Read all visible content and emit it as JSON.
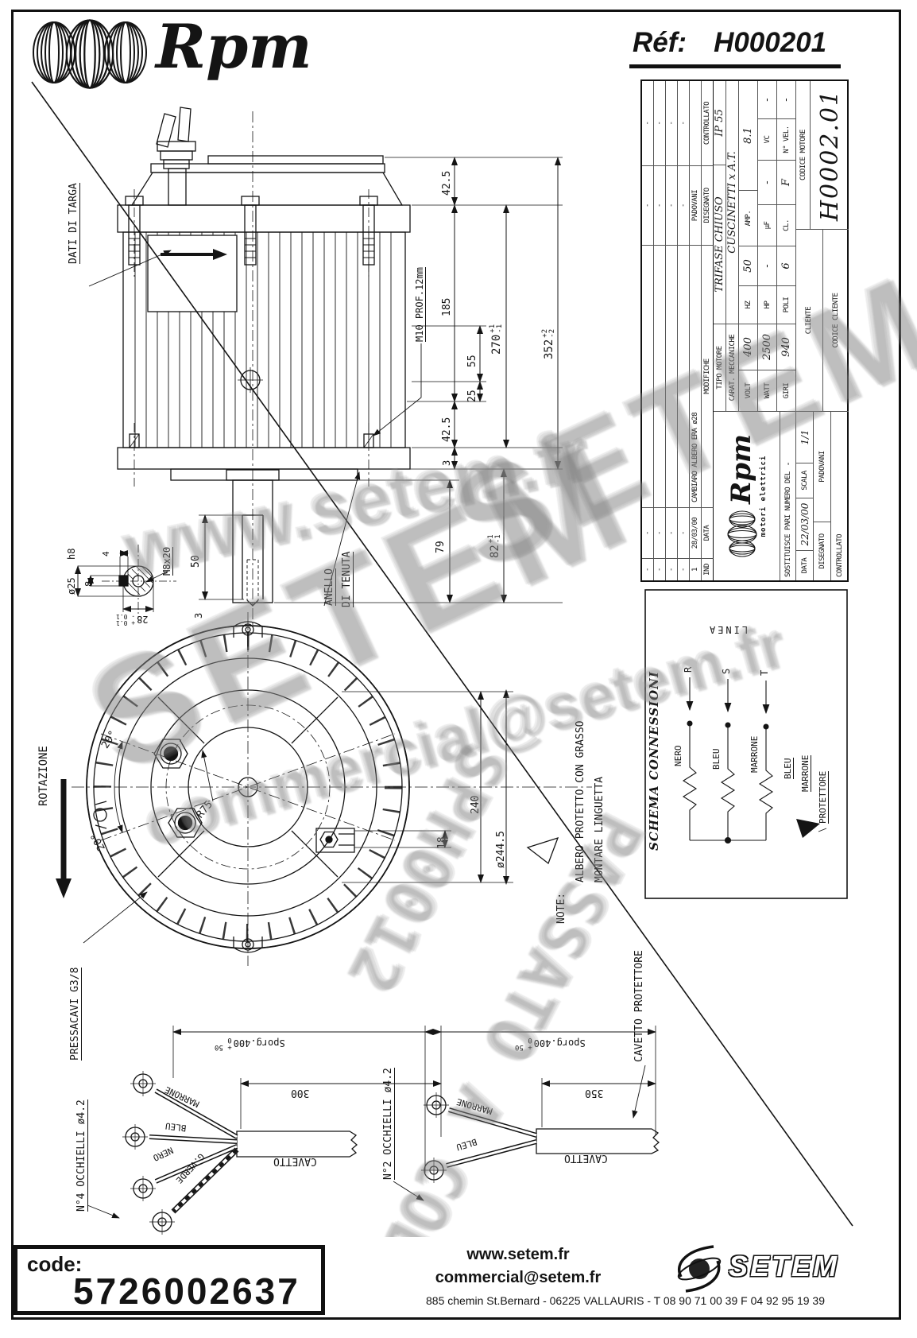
{
  "header": {
    "brand": "Rpm",
    "ref_label": "Réf:",
    "ref_value": "H000201"
  },
  "title_block": {
    "revisions": {
      "headers": [
        "IND",
        "DATA",
        "MODIFICHE",
        "DISEGNATO",
        "CONTROLLATO"
      ],
      "rows": [
        [
          "-",
          "-",
          "",
          "-",
          "-"
        ],
        [
          "-",
          "-",
          "",
          "-",
          "-"
        ],
        [
          "-",
          "-",
          "",
          "-",
          "-"
        ],
        [
          "-",
          "-",
          "",
          "-",
          "-"
        ],
        [
          "1",
          "28/03/00",
          "CAMBIARO ALBERO ERA ø28",
          "PADOVANI",
          ""
        ]
      ]
    },
    "tipo_label": "TIPO MOTORE",
    "tipo_value": "TRIFASE CHIUSO",
    "ip": "IP 55",
    "carat_label": "CARAT. MECCANICHE",
    "carat_value": "CUSCINETTI x A.T.",
    "row_volt": {
      "l1": "VOLT",
      "v1": "400",
      "l2": "HZ",
      "v2": "50",
      "l3": "AMP.",
      "v3": "8.1"
    },
    "row_watt": {
      "l1": "WATT",
      "v1": "2500",
      "l2": "HP",
      "v2": "-",
      "l3": "µF",
      "v3": "-",
      "l4": "VC",
      "v4": "-"
    },
    "row_giri": {
      "l1": "GIRI",
      "v1": "940",
      "l2": "POLI",
      "v2": "6",
      "l3": "CL.",
      "v3": "F",
      "l4": "N° VEL.",
      "v4": "-"
    },
    "cliente_label": "CLIENTE",
    "codice_cliente_label": "CODICE CLIENTE",
    "codice_motore_label": "CODICE MOTORE",
    "codice_motore_value": "H0002.01",
    "logo_text": "Rpm",
    "logo_sub": "motori elettrici",
    "sostituisce_label": "SOSTITUISCE PARI NUMERO DEL",
    "sostituisce_value": "-",
    "data_label": "DATA",
    "data_value": "22/03/00",
    "scala_label": "SCALA",
    "scala_value": "1/1",
    "disegnato_label": "DISEGNATO",
    "disegnato_value": "PADOVANI",
    "controllato_label": "CONTROLLATO"
  },
  "side_view": {
    "dati_targa": "DATI DI TARGA",
    "m10": "M10 PROF.12mm",
    "anello_1": "ANELLO",
    "anello_2": "DI TENUTA",
    "d42a": "42.5",
    "d185": "185",
    "d55": "55",
    "d25": "25",
    "d42b": "42.5",
    "d3a": "3",
    "d270": "270",
    "d270_tp": "+1",
    "d270_tm": "-1",
    "d352": "352",
    "d352_tp": "+2",
    "d352_tm": "-2",
    "d79": "79",
    "d82": "82",
    "d82_tp": "+1",
    "d82_tm": "-1",
    "d50": "50",
    "d3b": "3",
    "d25h8_a": "ø25",
    "d25h8_b": "h8",
    "d8": "8",
    "d4": "4",
    "m8": "M8x20",
    "d28": "28",
    "d28_tp": "+ 0.1",
    "d28_tm": "- 0.1"
  },
  "front_view": {
    "rotazione": "ROTAZIONE",
    "a20a": "20°",
    "a20b": "20°",
    "r75": "R75",
    "pressacavi": "PRESSACAVI G3/8",
    "d18": "18",
    "d240": "240",
    "d244": "ø244.5",
    "note_label": "NOTE:",
    "note_1": "ALBERO PROTETTO CON GRASSO",
    "note_2": "MONTARE LINGUETTA"
  },
  "schema": {
    "title": "SCHEMA CONNESSIONI",
    "linea": "LINEA",
    "ph_r": "R",
    "ph_s": "S",
    "ph_t": "T",
    "w_nero": "NERO",
    "w_bleu": "BLEU",
    "w_marrone": "MARRONE",
    "p_bleu": "BLEU",
    "p_marrone": "MARRONE",
    "protettore": "PROTETTORE",
    "cavetto_protettore": "CAVETTO PROTETTORE"
  },
  "cables": {
    "left": {
      "title": "N°4 OCCHIELLI ø4.2",
      "sporg": "Sporg.400",
      "tp": "+ 50",
      "tz": "0",
      "len": "300",
      "cavetto": "CAVETTO",
      "w1": "MARRONE",
      "w2": "BLEU",
      "w3": "NERO",
      "w4": "G.VERDE"
    },
    "right": {
      "title": "N°2 OCCHIELLI ø4.2",
      "sporg": "Sporg.400",
      "tp": "+ 50",
      "tz": "0",
      "len": "350",
      "cavetto": "CAVETTO",
      "w1": "MARRONE",
      "w2": "BLEU"
    }
  },
  "watermark": {
    "www": "www.setem.fr",
    "setem": "SETEM",
    "email": "commercial@setem.fr",
    "stamp_1": "PASSATO A COD.",
    "stamp_2": "SPH0012"
  },
  "footer": {
    "code_label": "code:",
    "code_value": "5726002637",
    "site": "www.setem.fr",
    "email": "commercial@setem.fr",
    "address": "885 chemin St.Bernard  -  06225 VALLAURIS  -  T 08 90 71 00 39   F 04 92 95 19 39",
    "brand": "SETEM"
  }
}
